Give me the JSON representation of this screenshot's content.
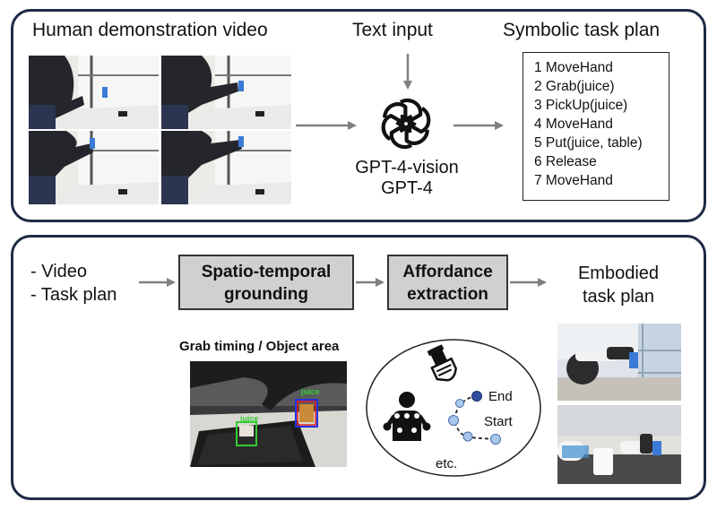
{
  "top": {
    "video_title": "Human demonstration video",
    "text_input_title": "Text input",
    "plan_title": "Symbolic task plan",
    "model_names": [
      "GPT-4-vision",
      "GPT-4"
    ],
    "plan_items": [
      "1 MoveHand",
      "2 Grab(juice)",
      "3 PickUp(juice)",
      "4 MoveHand",
      "5 Put(juice, table)",
      "6 Release",
      "7 MoveHand"
    ]
  },
  "bottom": {
    "inputs": [
      "- Video",
      "- Task plan"
    ],
    "stage1": [
      "Spatio-temporal",
      "grounding"
    ],
    "stage2": [
      "Affordance",
      "extraction"
    ],
    "output_title": [
      "Embodied",
      "task plan"
    ],
    "grab_caption": "Grab timing / Object area",
    "box_label": "juice",
    "end_label": "End",
    "start_label": "Start",
    "etc_label": "etc."
  },
  "colors": {
    "panel_border": "#1f2b46",
    "arrow": "#808080",
    "stage_fill": "#d0d0d0",
    "traj_dot": "#a9c6ec",
    "traj_end": "#2f4f9e",
    "box_green": "#33cc33",
    "box_red": "#e02020",
    "box_blue": "#2233dd"
  },
  "icons": [
    "openai-logo-icon",
    "flashlight-hand-icon",
    "human-pose-icon"
  ]
}
